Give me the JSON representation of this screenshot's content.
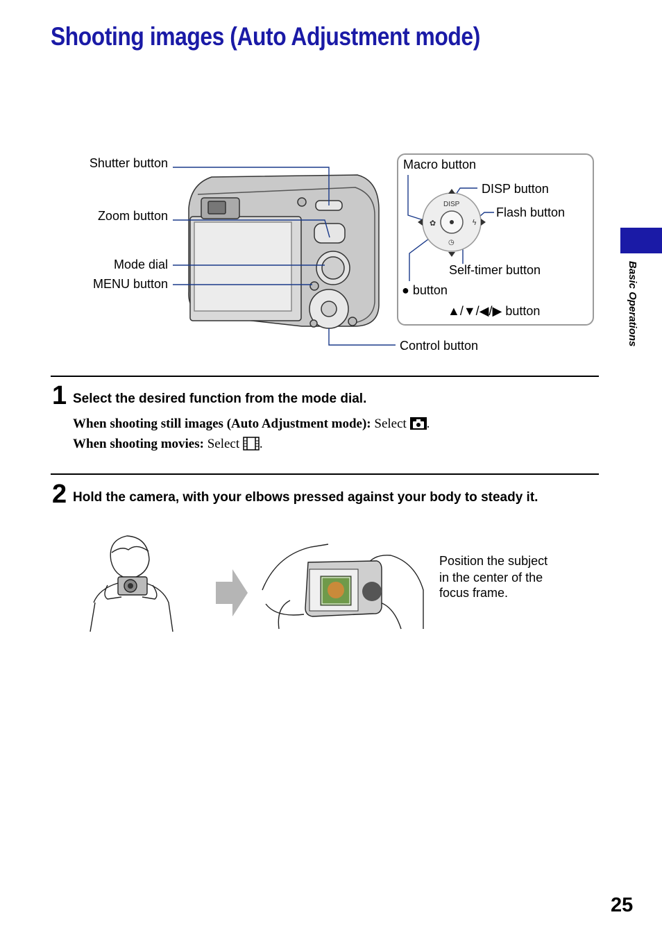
{
  "title": "Shooting images (Auto Adjustment mode)",
  "side_tab": {
    "label": "Basic Operations",
    "color": "#1a1aa6"
  },
  "page_number": "25",
  "diagram": {
    "left_labels": {
      "shutter": "Shutter button",
      "zoom": "Zoom button",
      "mode_dial": "Mode dial",
      "menu": "MENU button"
    },
    "callout": {
      "macro": "Macro button",
      "disp": "DISP button",
      "flash": "Flash button",
      "self_timer": "Self-timer button",
      "center": "● button",
      "arrows": "▲/▼/◀/▶ button",
      "disp_mark": "DISP"
    },
    "control": "Control button"
  },
  "steps": [
    {
      "number": "1",
      "heading": "Select the desired function from the mode dial.",
      "lines": [
        {
          "bold": "When shooting still images (Auto Adjustment mode):",
          "text": "Select",
          "icon": "camera-icon",
          "end": "."
        },
        {
          "bold": "When shooting movies:",
          "text": "Select",
          "icon": "movie-film-icon",
          "end": "."
        }
      ]
    },
    {
      "number": "2",
      "heading": "Hold the camera, with your elbows pressed against your body to steady it."
    }
  ],
  "illustration_caption": [
    "Position the subject",
    "in the center of the",
    "focus frame."
  ],
  "accent_color": "#1a1aa6",
  "leader_color": "#1a3a8a"
}
